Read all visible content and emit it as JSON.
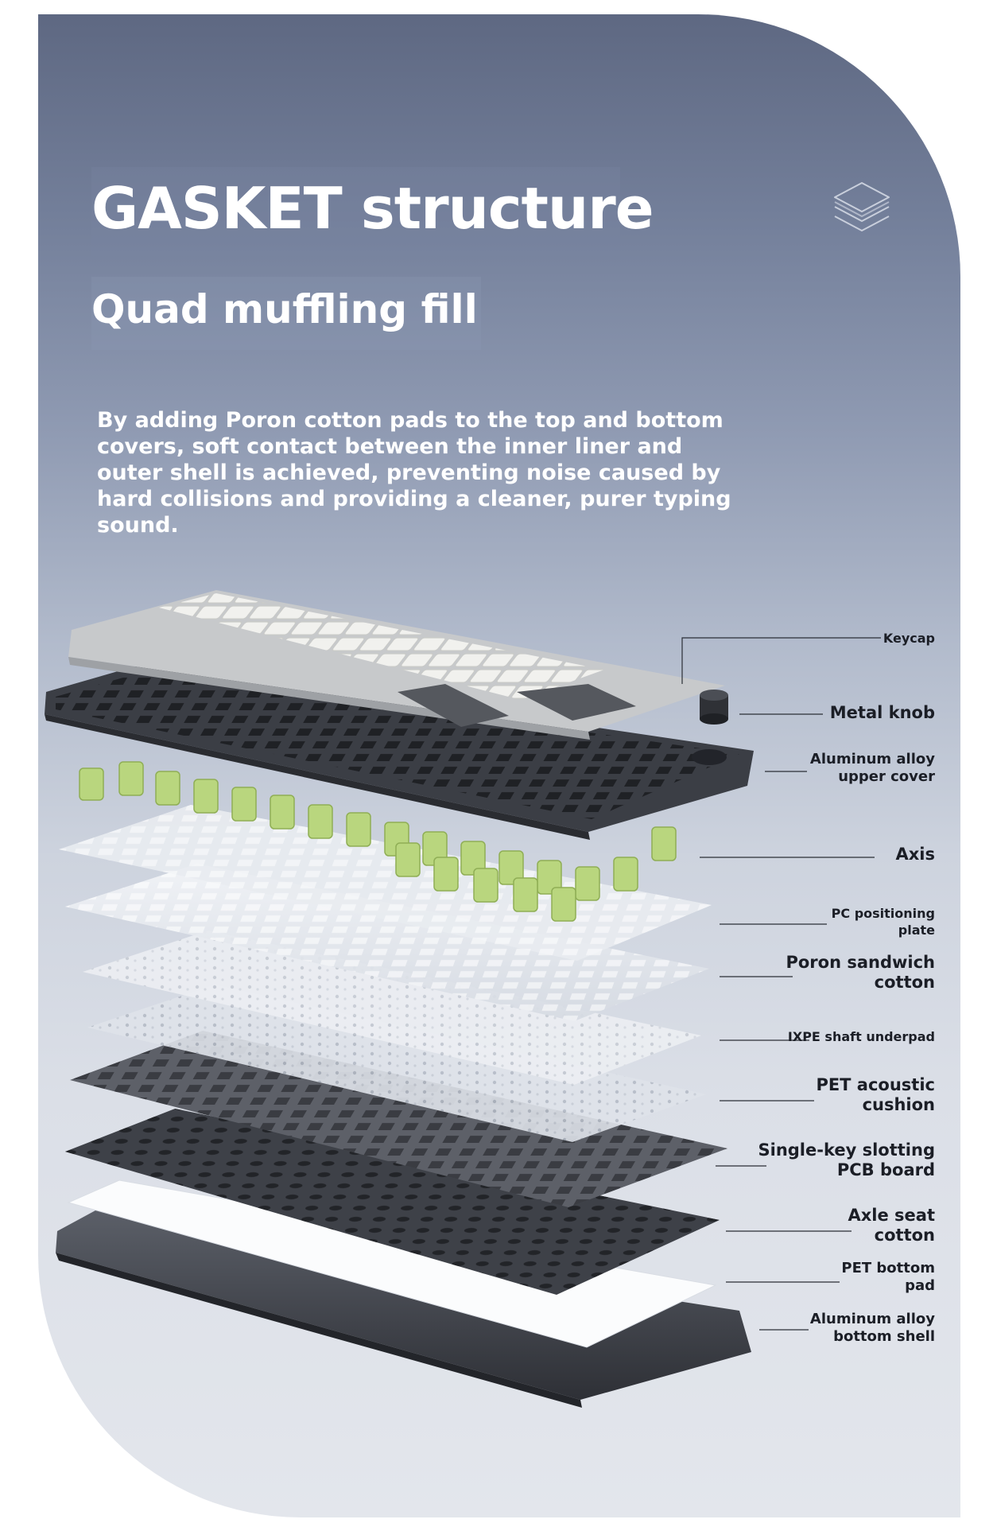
{
  "header": {
    "title": "GASKET structure",
    "subtitle": "Quad muffling fill",
    "description": "By adding Poron cotton pads to the top and bottom covers, soft contact between the inner liner and outer shell is achieved, preventing noise caused by hard collisions and providing a cleaner, purer typing sound."
  },
  "icons": {
    "header_icon": "layers-icon"
  },
  "labels": {
    "keycap": "Keycap",
    "metal_knob": "Metal knob",
    "upper_cover_1": "Aluminum alloy",
    "upper_cover_2": "upper cover",
    "axis": "Axis",
    "pc_plate_1": "PC positioning",
    "pc_plate_2": "plate",
    "poron_1": "Poron sandwich",
    "poron_2": "cotton",
    "ixpe": "IXPE shaft underpad",
    "pet_acoustic_1": "PET acoustic",
    "pet_acoustic_2": "cushion",
    "pcb_1": "Single-key slotting",
    "pcb_2": "PCB board",
    "axle_seat_1": "Axle seat",
    "axle_seat_2": "cotton",
    "pet_bottom_1": "PET bottom",
    "pet_bottom_2": "pad",
    "bottom_shell_1": "Aluminum alloy",
    "bottom_shell_2": "bottom shell"
  },
  "colors": {
    "background_top": "#5e6882",
    "background_bottom": "#e3e6ec",
    "text_light": "#ffffff",
    "text_dark": "#1b1e26",
    "switch_green": "#b5d27a",
    "frame_dark": "#3b3e45"
  }
}
